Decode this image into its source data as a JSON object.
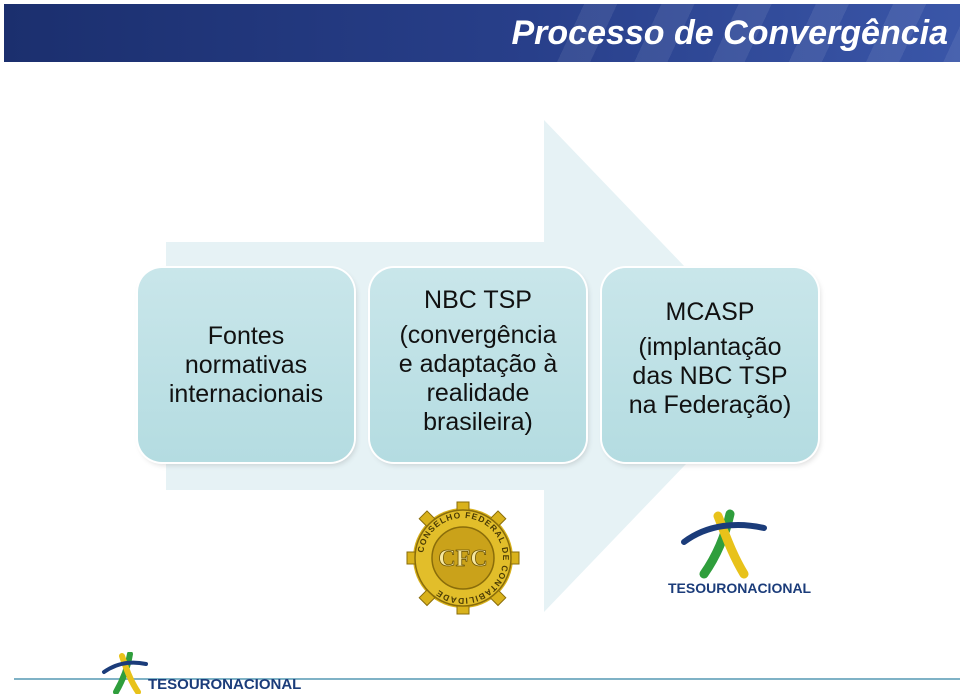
{
  "header": {
    "title": "Processo de Convergência"
  },
  "steps": [
    {
      "lines": [
        "Fontes",
        "normativas",
        "internacionais"
      ]
    },
    {
      "heading": "NBC TSP",
      "lines": [
        "(convergência",
        "e adaptação à",
        "realidade",
        "brasileira)"
      ]
    },
    {
      "heading": "MCASP",
      "lines": [
        "(implantação",
        "das NBC TSP",
        "na Federação)"
      ]
    }
  ],
  "logos": {
    "cfc_initials": "CFC",
    "cfc_ring_text": "CONSELHO FEDERAL DE CONTABILIDADE",
    "tesouro_mid": "TESOURONACIONAL",
    "tesouro_footer": "TESOURONACIONAL"
  },
  "colors": {
    "title_bar": "#283f8a",
    "box_fill": "#b4dce1",
    "arrow_fill": "#e6f2f5",
    "brand_blue": "#1b3c7a",
    "brand_yellow": "#e8c21a",
    "brand_green": "#2f9e3c",
    "cfc_gold": "#d9b21c"
  }
}
